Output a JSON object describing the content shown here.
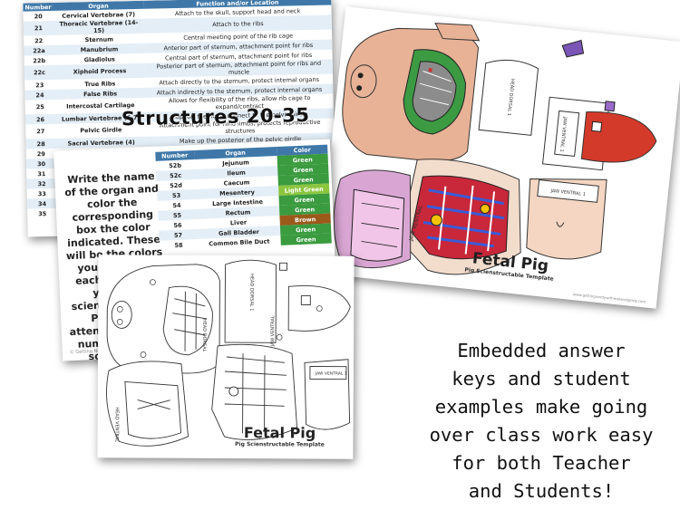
{
  "structures_table": {
    "headers": [
      "Number",
      "Organ",
      "Function and/or Location"
    ],
    "rows": [
      [
        "20",
        "Cervical Vertebrae (7)",
        "Attach to the skull, support head and neck"
      ],
      [
        "21",
        "Thoracic Vertebrae (14-15)",
        "Attach to the ribs"
      ],
      [
        "22",
        "Sternum",
        "Central meeting point of the rib cage"
      ],
      [
        "22a",
        "Manubrium",
        "Anterior part of sternum, attachment point for ribs"
      ],
      [
        "22b",
        "Gladiolus",
        "Central part of sternum, attachment point for ribs"
      ],
      [
        "22c",
        "Xiphoid Process",
        "Posterior part of sternum, attachment point for ribs and muscle"
      ],
      [
        "23",
        "True Ribs",
        "Attach directly to the sternum, protect internal organs"
      ],
      [
        "24",
        "False Ribs",
        "Attach indirectly to the sternum, protect internal organs"
      ],
      [
        "25",
        "Intercostal Cartilage",
        "Allows for flexibility of the ribs, allow rib cage to expand/contract"
      ],
      [
        "26",
        "Lumbar Vertebrae (6-7)",
        "Support the body, connect to the pelvic girdle"
      ],
      [
        "27",
        "Pelvic Girdle",
        "Attachment point for hind limbs, protects reproductive structures"
      ],
      [
        "28",
        "Sacral Vertebrae (4)",
        "Make up the posterior of the pelvic girdle"
      ],
      [
        "29",
        "",
        ""
      ],
      [
        "30",
        "",
        ""
      ],
      [
        "31",
        "",
        ""
      ],
      [
        "32",
        "",
        ""
      ],
      [
        "33",
        "",
        ""
      ],
      [
        "34",
        "",
        ""
      ],
      [
        "35",
        "",
        ""
      ]
    ]
  },
  "structures_title": "Structures 20-35",
  "color_card": {
    "instructions": "Write the name of the organ and color the corresponding box the color indicated. These will be the colors you will color each organ on your pig scienstructable. Pay close attention to your numbering, as some have letters. They are 52a-",
    "headers": [
      "Number",
      "Organ",
      "Color"
    ],
    "rows": [
      [
        "52b",
        "Jejunum",
        "Green"
      ],
      [
        "52c",
        "Ileum",
        "Green"
      ],
      [
        "52d",
        "Caecum",
        "Green"
      ],
      [
        "53",
        "Mesentery",
        "Light Green"
      ],
      [
        "54",
        "Large Intestine",
        "Green"
      ],
      [
        "55",
        "Rectum",
        "Green"
      ],
      [
        "56",
        "Liver",
        "Brown"
      ],
      [
        "57",
        "Gall Bladder",
        "Green"
      ],
      [
        "58",
        "Common Bile Duct",
        "Green"
      ]
    ],
    "copyright": "© Getting Nerdy, LLC"
  },
  "template_title": "Fetal Pig",
  "template_subtitle": "Pig Scienstructable Template",
  "template_labels": {
    "head_dorsal_1": "HEAD DORSAL 1",
    "head_dorsal": "HEAD DORSAL",
    "jaw_ventral": "JAW VENTRAL",
    "jaw_ventral_1": "JAW VENTRAL 1",
    "head_ventral": "HEAD VENTRAL"
  },
  "website": "www.gettingnerdywithmelandgerdy.com",
  "caption": {
    "line1": "Embedded answer",
    "line2": "keys and student",
    "line3": "examples make going",
    "line4": "over class work easy",
    "line5": "for both Teacher",
    "line6": "and Students!"
  },
  "colors": {
    "table_header": "#3f78a8",
    "green": "#3a9b3f",
    "light_green": "#8cc63f",
    "brown": "#9b5a1a"
  }
}
